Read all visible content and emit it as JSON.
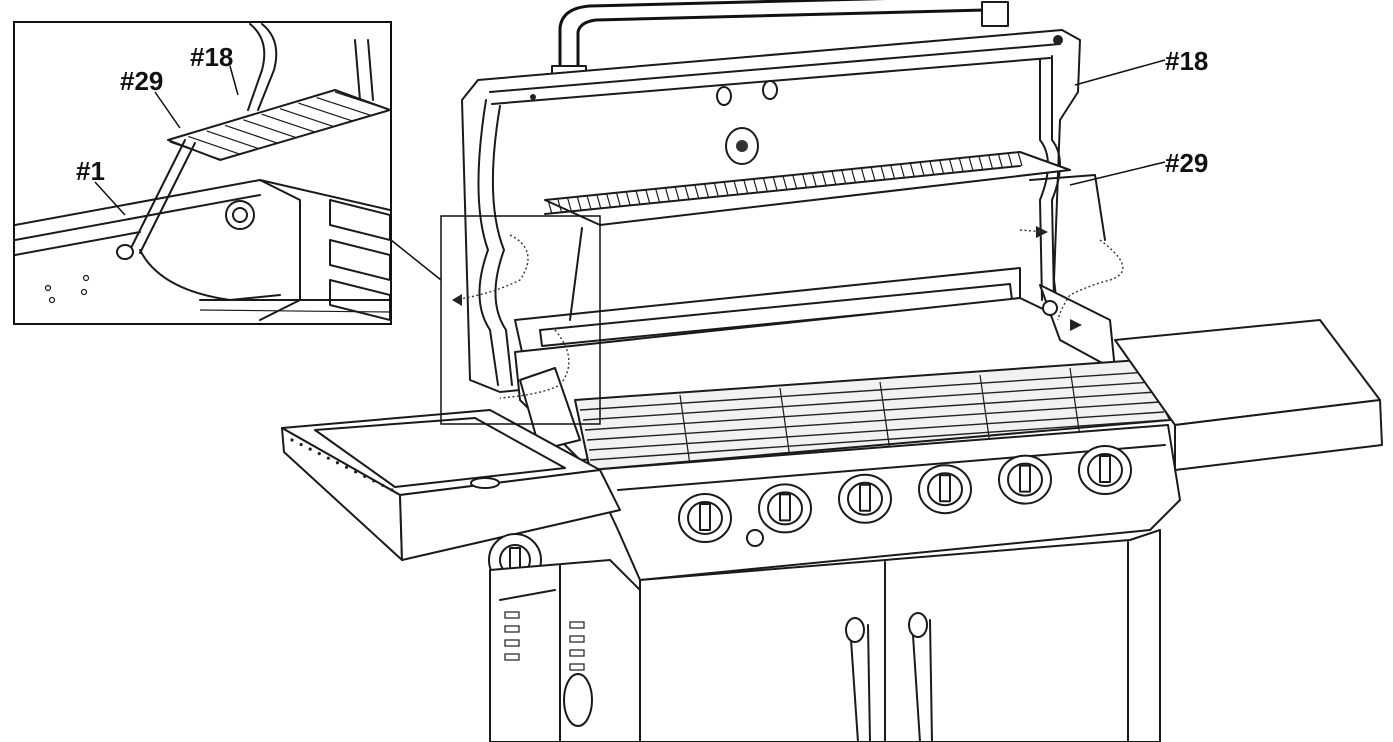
{
  "labels": {
    "main_handle_callout": "#18",
    "main_rack_callout": "#29",
    "inset_handle_callout": "#18",
    "inset_rack_callout": "#29",
    "inset_part_callout": "#1"
  },
  "colors": {
    "line": "#1a1a1a",
    "background": "#ffffff"
  },
  "burner_knob_count": 6
}
